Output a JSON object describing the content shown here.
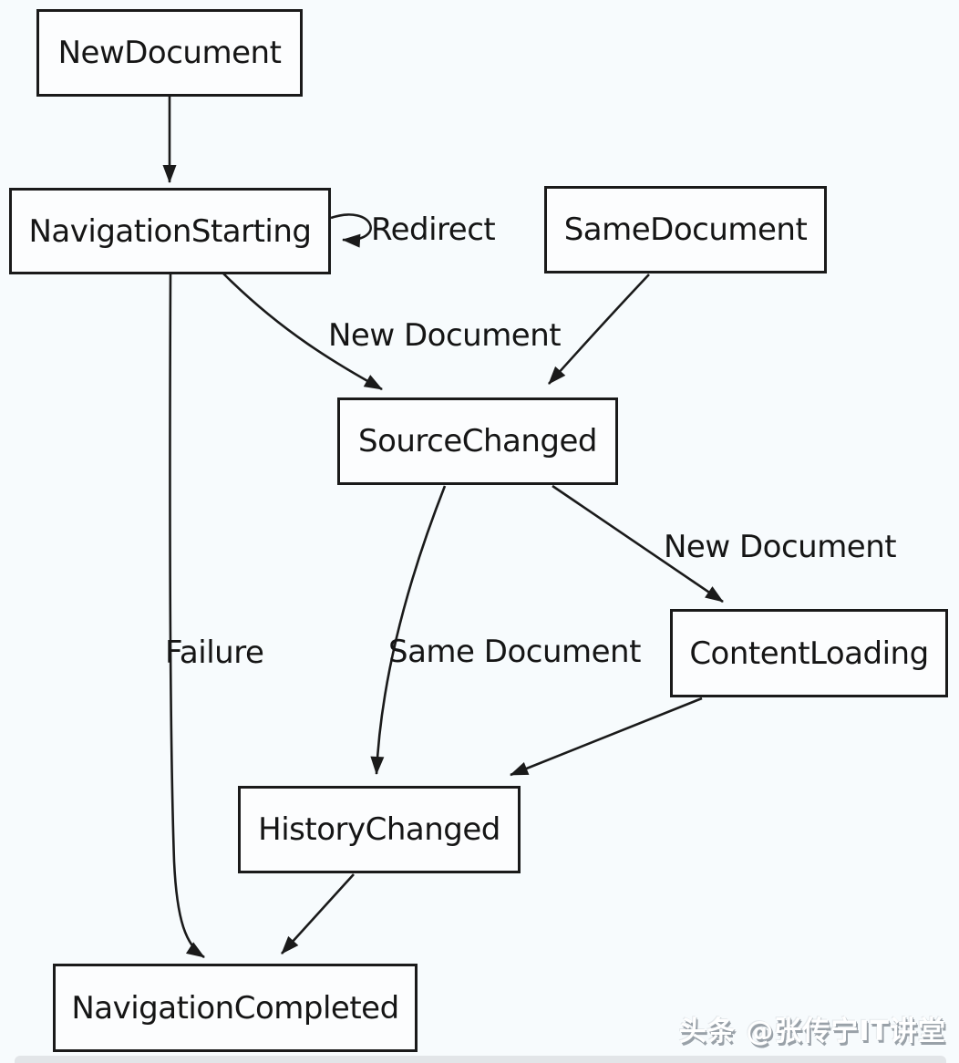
{
  "diagram": {
    "type": "state-flowchart",
    "nodes": {
      "new_document": "NewDocument",
      "navigation_starting": "NavigationStarting",
      "same_document": "SameDocument",
      "source_changed": "SourceChanged",
      "content_loading": "ContentLoading",
      "history_changed": "HistoryChanged",
      "navigation_completed": "NavigationCompleted"
    },
    "edge_labels": {
      "redirect": "Redirect",
      "new_document_a": "New Document",
      "new_document_b": "New Document",
      "same_document": "Same Document",
      "failure": "Failure"
    },
    "edges": [
      {
        "from": "NewDocument",
        "to": "NavigationStarting",
        "label": ""
      },
      {
        "from": "NavigationStarting",
        "to": "NavigationStarting",
        "label": "Redirect"
      },
      {
        "from": "NavigationStarting",
        "to": "SourceChanged",
        "label": "New Document"
      },
      {
        "from": "SameDocument",
        "to": "SourceChanged",
        "label": ""
      },
      {
        "from": "SourceChanged",
        "to": "ContentLoading",
        "label": "New Document"
      },
      {
        "from": "SourceChanged",
        "to": "HistoryChanged",
        "label": "Same Document"
      },
      {
        "from": "ContentLoading",
        "to": "HistoryChanged",
        "label": ""
      },
      {
        "from": "NavigationStarting",
        "to": "NavigationCompleted",
        "label": "Failure"
      },
      {
        "from": "HistoryChanged",
        "to": "NavigationCompleted",
        "label": ""
      }
    ],
    "colors": {
      "line": "#1a1a1a",
      "text": "#151515",
      "node_fill": "#fcfdfe",
      "background": "#f7fbfd"
    },
    "watermark": "头条 @张传宁IT讲堂"
  }
}
